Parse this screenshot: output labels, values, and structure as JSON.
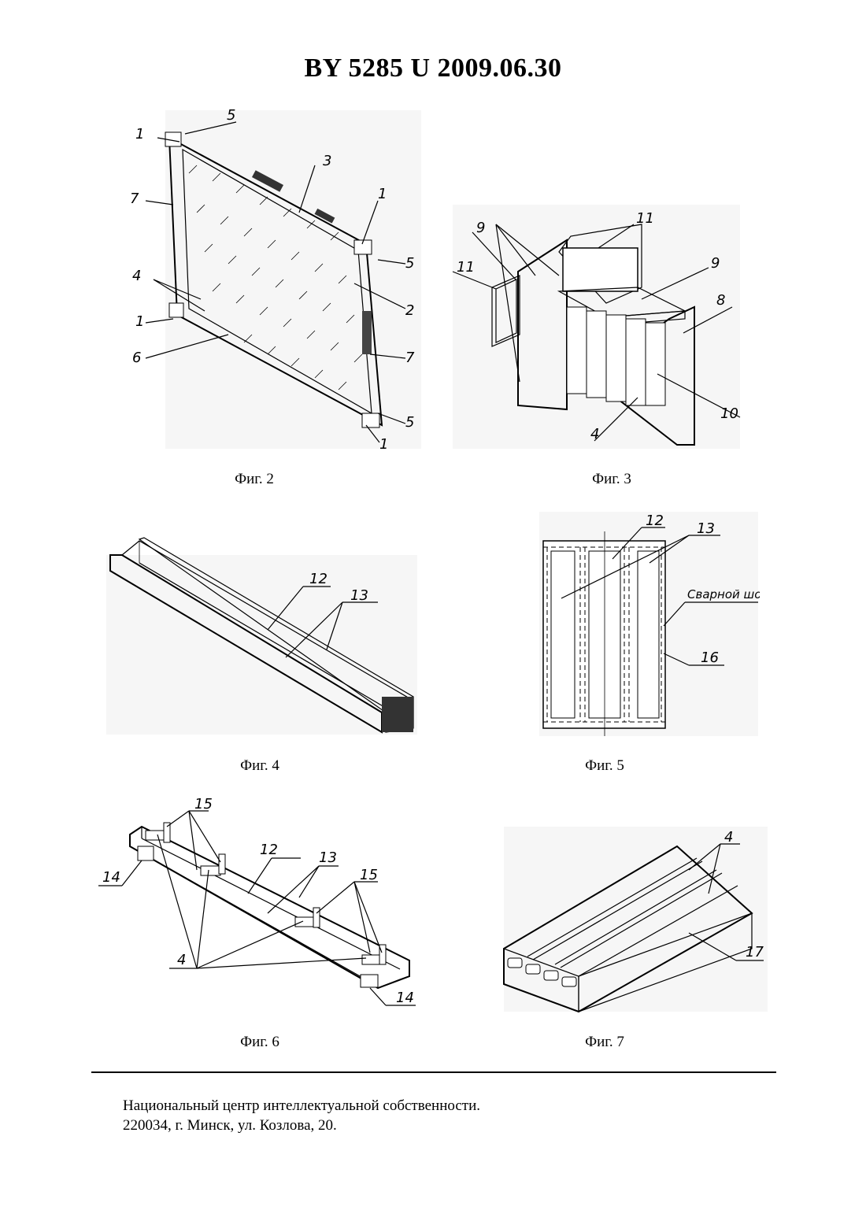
{
  "header": {
    "title": "BY  5285  U  2009.06.30"
  },
  "figures": {
    "fig2": {
      "caption": "Фиг. 2",
      "labels": [
        "5",
        "1",
        "3",
        "1",
        "7",
        "5",
        "4",
        "2",
        "1",
        "7",
        "6",
        "5",
        "1"
      ]
    },
    "fig3": {
      "caption": "Фиг. 3",
      "labels": [
        "9",
        "11",
        "11",
        "9",
        "8",
        "10",
        "4"
      ]
    },
    "fig4": {
      "caption": "Фиг. 4",
      "labels": [
        "12",
        "13"
      ]
    },
    "fig5": {
      "caption": "Фиг. 5",
      "labels": [
        "12",
        "13",
        "16"
      ],
      "weld_label": "Сварной шов"
    },
    "fig6": {
      "caption": "Фиг. 6",
      "labels": [
        "15",
        "12",
        "13",
        "15",
        "14",
        "4",
        "14"
      ]
    },
    "fig7": {
      "caption": "Фиг. 7",
      "labels": [
        "4",
        "17"
      ]
    }
  },
  "footer": {
    "line1": "Национальный центр интеллектуальной собственности.",
    "line2": "220034, г. Минск, ул. Козлова, 20."
  }
}
